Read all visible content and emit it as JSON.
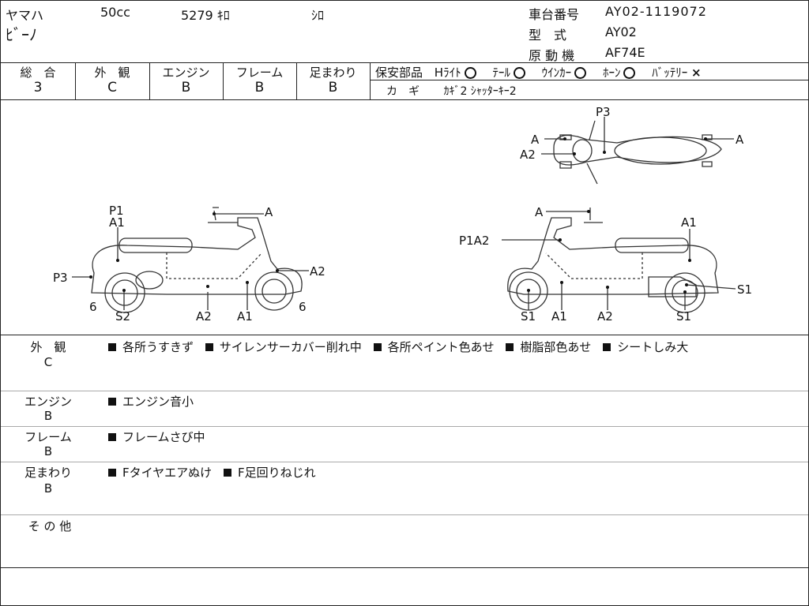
{
  "header": {
    "maker": "ヤマハ",
    "displacement": "50cc",
    "mileage": "5279 ｷﾛ",
    "color": "ｼﾛ",
    "model_name": "ﾋﾞｰﾉ",
    "frame_no_label": "車台番号",
    "frame_no_value": "AY02-1119072",
    "type_label": "型　式",
    "type_value": "AY02",
    "engine_label": "原 動 機",
    "engine_value": "AF74E"
  },
  "ratings": [
    {
      "label": "総　合",
      "value": "3"
    },
    {
      "label": "外　観",
      "value": "C"
    },
    {
      "label": "エンジン",
      "value": "B"
    },
    {
      "label": "フレーム",
      "value": "B"
    },
    {
      "label": "足まわり",
      "value": "B"
    }
  ],
  "safety": {
    "label": "保安部品",
    "items": [
      {
        "name": "Hﾗｲﾄ",
        "mark": "O"
      },
      {
        "name": "ﾃｰﾙ",
        "mark": "O"
      },
      {
        "name": "ｳｲﾝｶｰ",
        "mark": "O"
      },
      {
        "name": "ﾎｰﾝ",
        "mark": "O"
      },
      {
        "name": "ﾊﾞｯﾃﾘｰ",
        "mark": "×"
      }
    ],
    "key_label": "カ　ギ",
    "key_value": "ｶｷﾞ2 ｼｬｯﾀｰｷｰ2"
  },
  "diagram": {
    "left_labels": [
      "P1",
      "A1",
      "A",
      "P3",
      "A2",
      "6",
      "S2",
      "A2",
      "A1",
      "6"
    ],
    "top_labels": [
      "P3",
      "A",
      "A2",
      "A"
    ],
    "right_labels": [
      "A",
      "A1",
      "P1A2",
      "S1",
      "S1",
      "A1",
      "A2",
      "S1"
    ]
  },
  "remarks": [
    {
      "category": "外　観",
      "grade": "C",
      "items": [
        "各所うすきず",
        "サイレンサーカバー削れ中",
        "各所ペイント色あせ",
        "樹脂部色あせ",
        "シートしみ大"
      ]
    },
    {
      "category": "エンジン",
      "grade": "B",
      "items": [
        "エンジン音小"
      ]
    },
    {
      "category": "フレーム",
      "grade": "B",
      "items": [
        "フレームさび中"
      ]
    },
    {
      "category": "足まわり",
      "grade": "B",
      "items": [
        "Fタイヤエアぬけ",
        "F足回りねじれ"
      ]
    },
    {
      "category": "そ の 他",
      "grade": "",
      "items": []
    }
  ]
}
